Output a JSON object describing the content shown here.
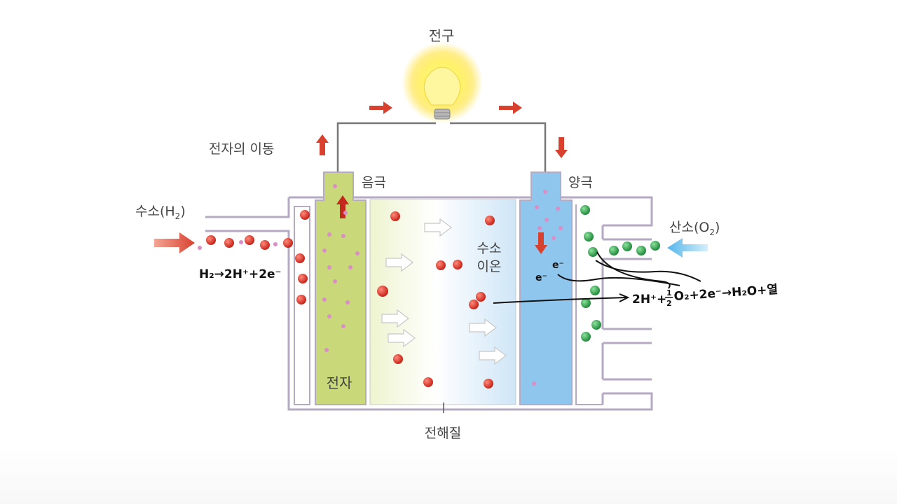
{
  "labels": {
    "bulb": "전구",
    "electron_flow": "전자의 이동",
    "anode": "음극",
    "cathode": "양극",
    "hydrogen": "수소(H",
    "hydrogen_sub": "2",
    "hydrogen_close": ")",
    "oxygen": "산소(O",
    "oxygen_sub": "2",
    "oxygen_close": ")",
    "hydrogen_ion_line1": "수소",
    "hydrogen_ion_line2": "이온",
    "electron": "전자",
    "electrolyte": "전해질"
  },
  "handwritten": {
    "anode_reaction": "H₂→2H⁺+2e⁻",
    "cathode_reaction_a": "2H⁺+",
    "half_num": "1",
    "half_den": "2",
    "cathode_reaction_b": "O₂+2e⁻→H₂O+열",
    "electron_a": "e⁻",
    "electron_b": "e⁻"
  },
  "colors": {
    "anode_fill": "#c9d97a",
    "cathode_fill": "#8fc6ee",
    "frame": "#b5a9c4",
    "wire": "#777777",
    "red_arrow": "#d9412f",
    "blue_arrow": "#79c6ef",
    "h_ion": "#d8342a",
    "o_molecule": "#3aa655",
    "electron_dot": "#d98fc6"
  }
}
